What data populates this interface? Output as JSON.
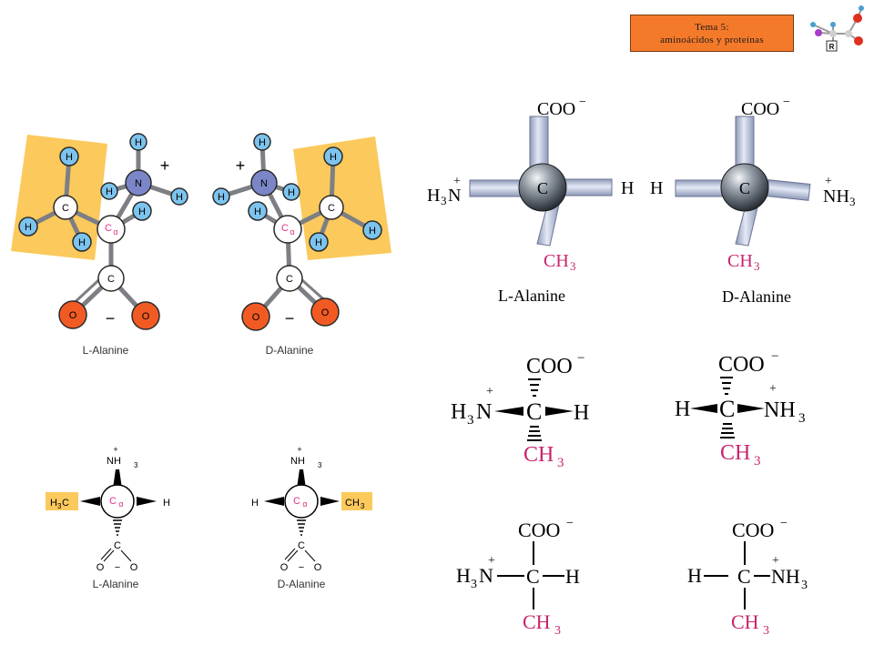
{
  "header": {
    "line1": "Tema 5:",
    "line2": "aminoácidos y proteínas"
  },
  "logo": {
    "r_label": "R"
  },
  "ball_stick": {
    "atom_c": "C",
    "atom_n": "N",
    "atom_h": "H",
    "atom_o": "O",
    "c_alpha": "C",
    "alpha": "α",
    "plus": "+",
    "minus": "−",
    "left_caption": "L-Alanine",
    "right_caption": "D-Alanine"
  },
  "newman": {
    "nh3": "NH",
    "sub3": "3",
    "h3c": "H",
    "h3c_tail": "C",
    "ch3": "CH",
    "h": "H",
    "c_alpha": "C",
    "alpha": "α",
    "c": "C",
    "o": "O",
    "plus": "+",
    "minus": "−",
    "left_caption": "L-Alanine",
    "right_caption": "D-Alanine"
  },
  "models3d": {
    "coo": "COO",
    "minus": "−",
    "c": "C",
    "h": "H",
    "h3n": "H",
    "h3n_n": "N",
    "nh3": "NH",
    "sub3": "3",
    "plus": "+",
    "ch3": "CH",
    "left_caption": "L-Alanine",
    "right_caption": "D-Alanine"
  },
  "colors": {
    "orange_box": "#f47a2a",
    "hydrogen": "#7cc4ee",
    "nitrogen": "#7b86c8",
    "oxygen": "#f25a24",
    "carbon": "#ffffff",
    "highlight": "#fbc95c",
    "magenta": "#c8256e",
    "stick": "#b9bdc8"
  }
}
